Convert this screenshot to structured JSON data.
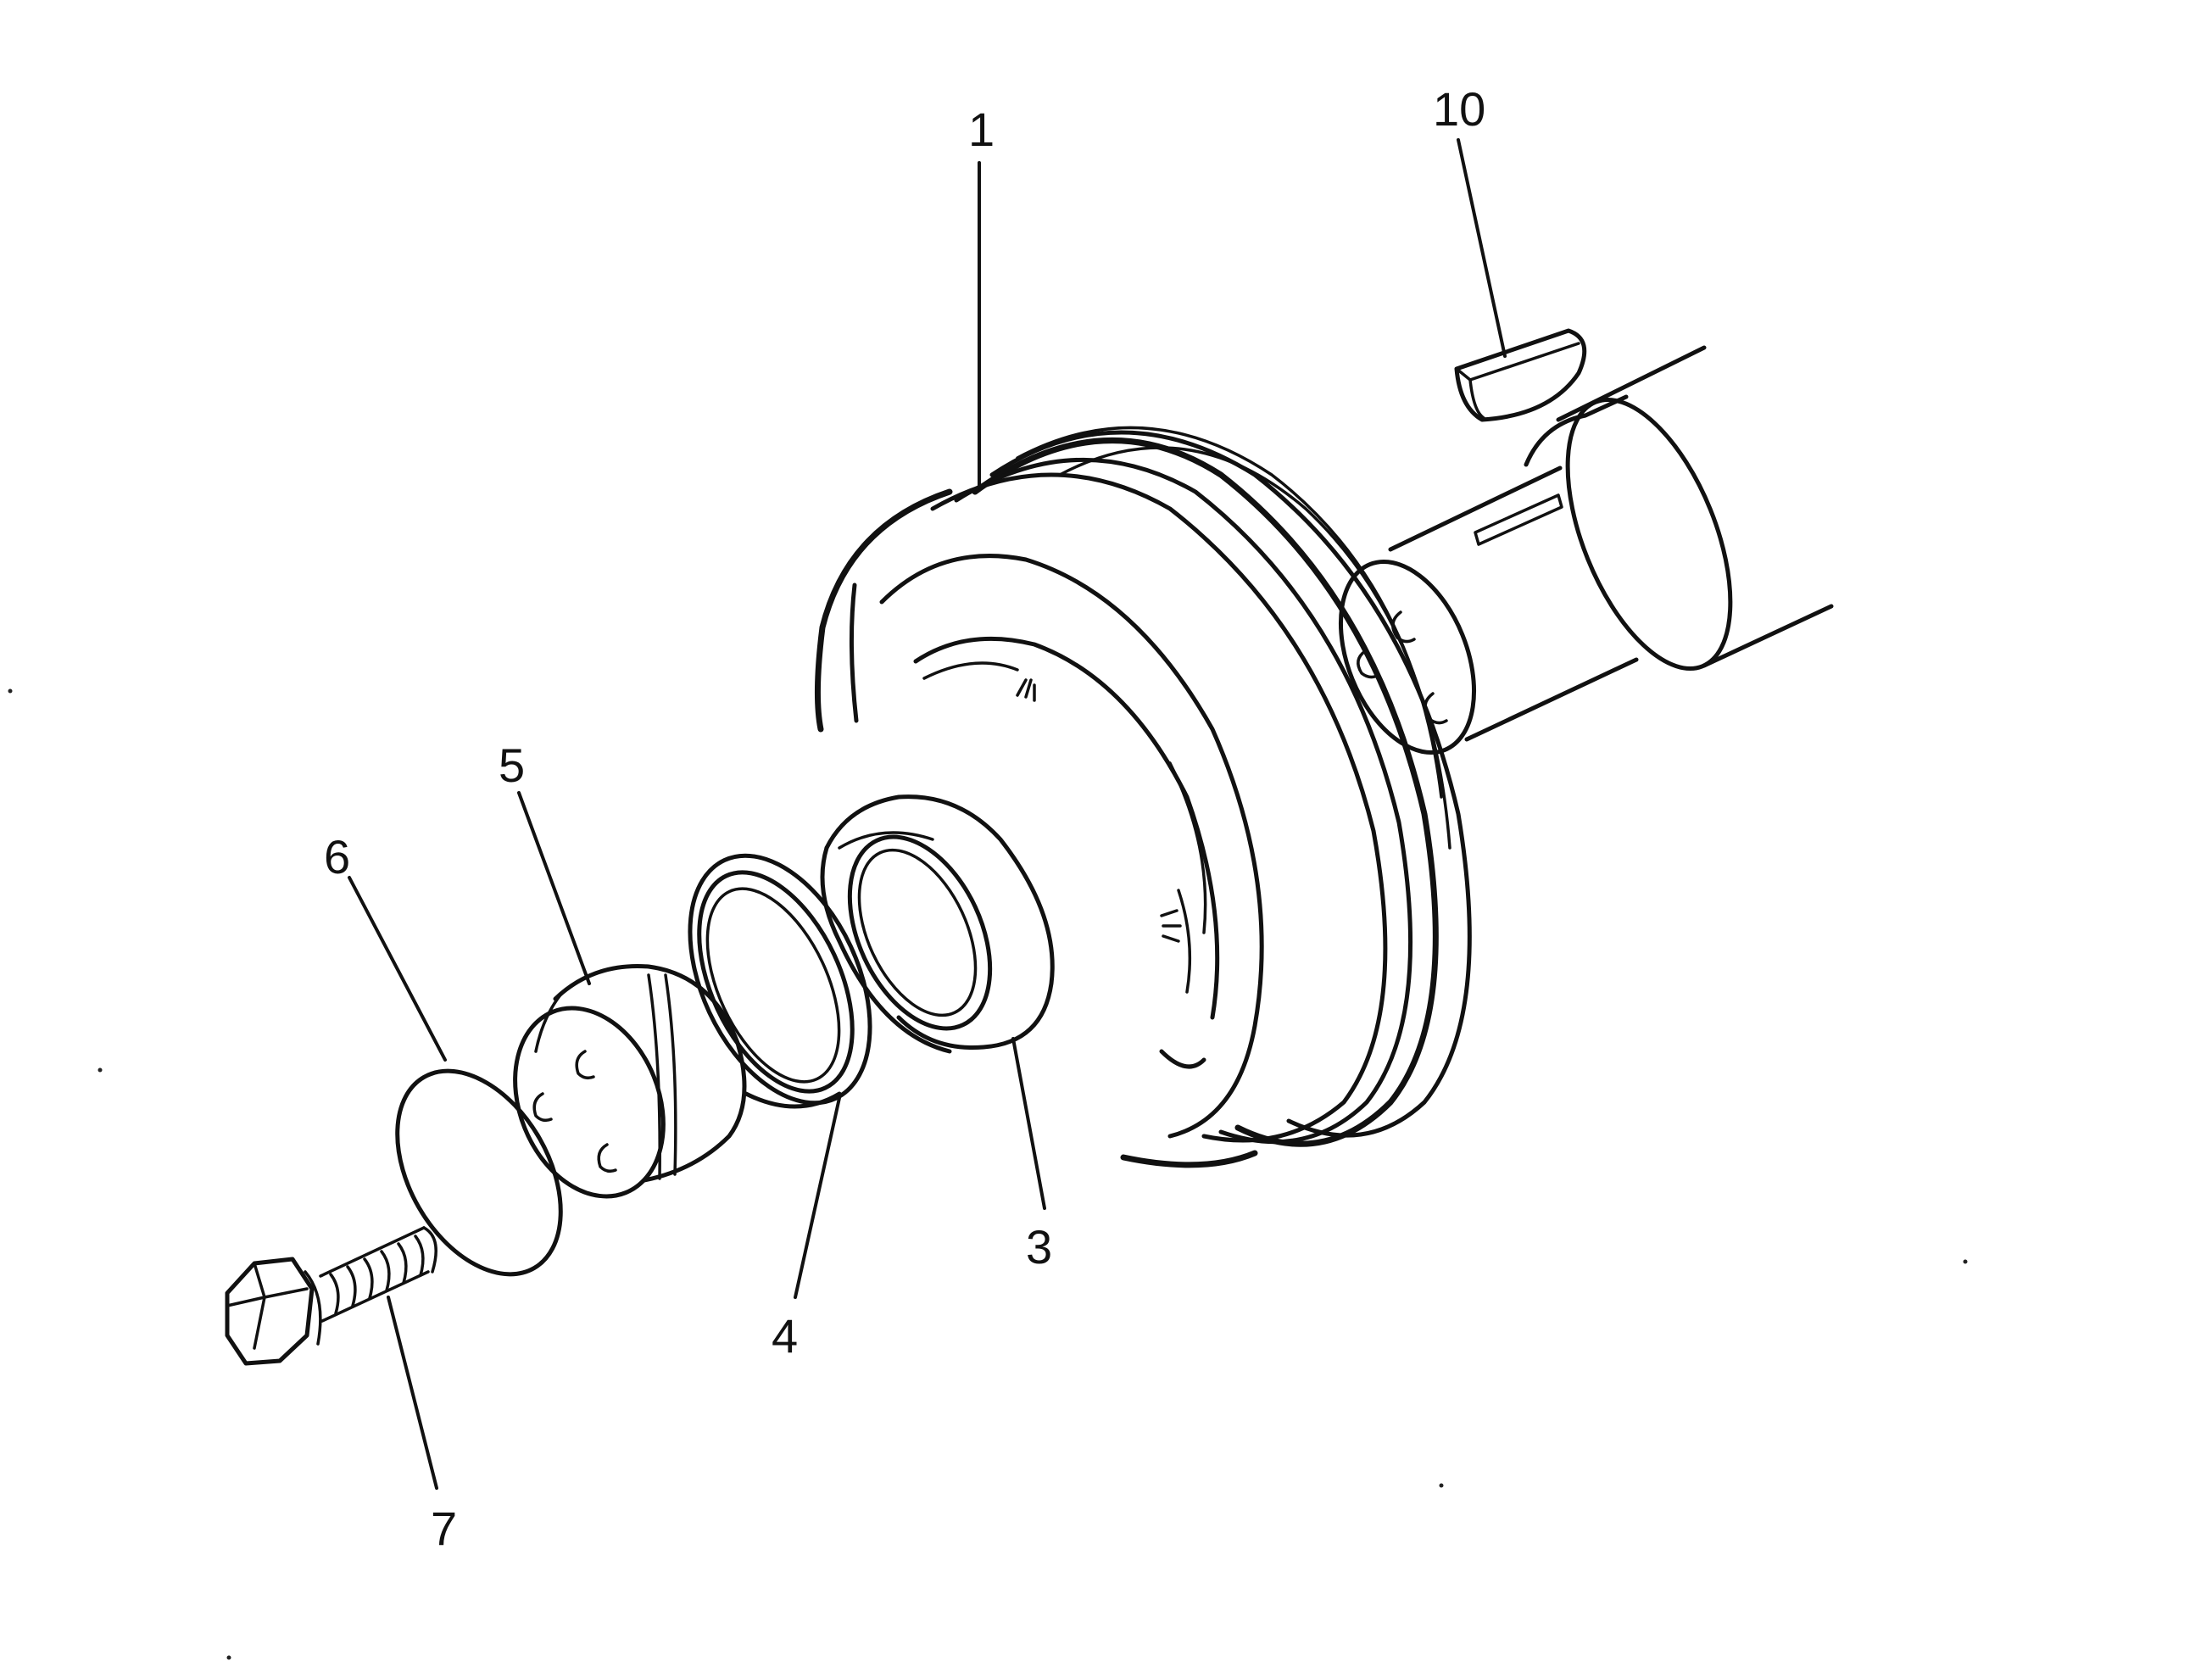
{
  "callouts": {
    "c1": "1",
    "c3": "3",
    "c4": "4",
    "c5": "5",
    "c6": "6",
    "c7": "7",
    "c10": "10"
  },
  "colors": {
    "line": "#111111",
    "background": "#ffffff"
  }
}
